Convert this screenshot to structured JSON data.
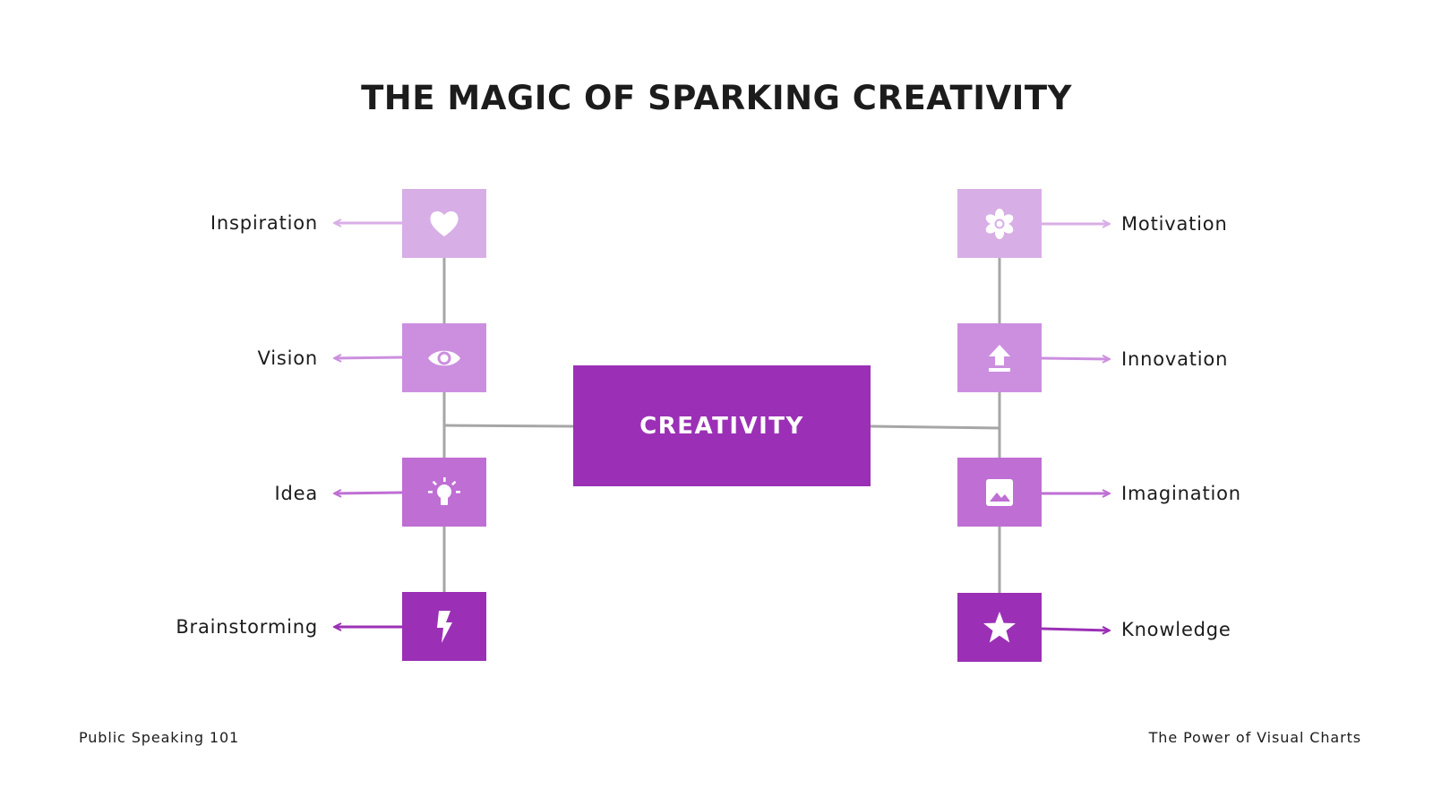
{
  "title": "THE MAGIC OF SPARKING CREATIVITY",
  "center": {
    "label": "CREATIVITY",
    "color": "#9b30b6"
  },
  "left_nodes": [
    {
      "label": "Inspiration",
      "icon": "heart-icon",
      "color": "#d8aee6"
    },
    {
      "label": "Vision",
      "icon": "eye-icon",
      "color": "#cc8fdf"
    },
    {
      "label": "Idea",
      "icon": "lightbulb-icon",
      "color": "#bf6ed4"
    },
    {
      "label": "Brainstorming",
      "icon": "lightning-bolt-icon",
      "color": "#9b30b6"
    }
  ],
  "right_nodes": [
    {
      "label": "Motivation",
      "icon": "flower-icon",
      "color": "#d8aee6"
    },
    {
      "label": "Innovation",
      "icon": "upload-arrow-icon",
      "color": "#cc8fdf"
    },
    {
      "label": "Imagination",
      "icon": "image-icon",
      "color": "#bf6ed4"
    },
    {
      "label": "Knowledge",
      "icon": "star-icon",
      "color": "#9b30b6"
    }
  ],
  "connector_color": "#a6a6a6",
  "footer": {
    "left": "Public Speaking 101",
    "right": "The Power of Visual Charts"
  }
}
